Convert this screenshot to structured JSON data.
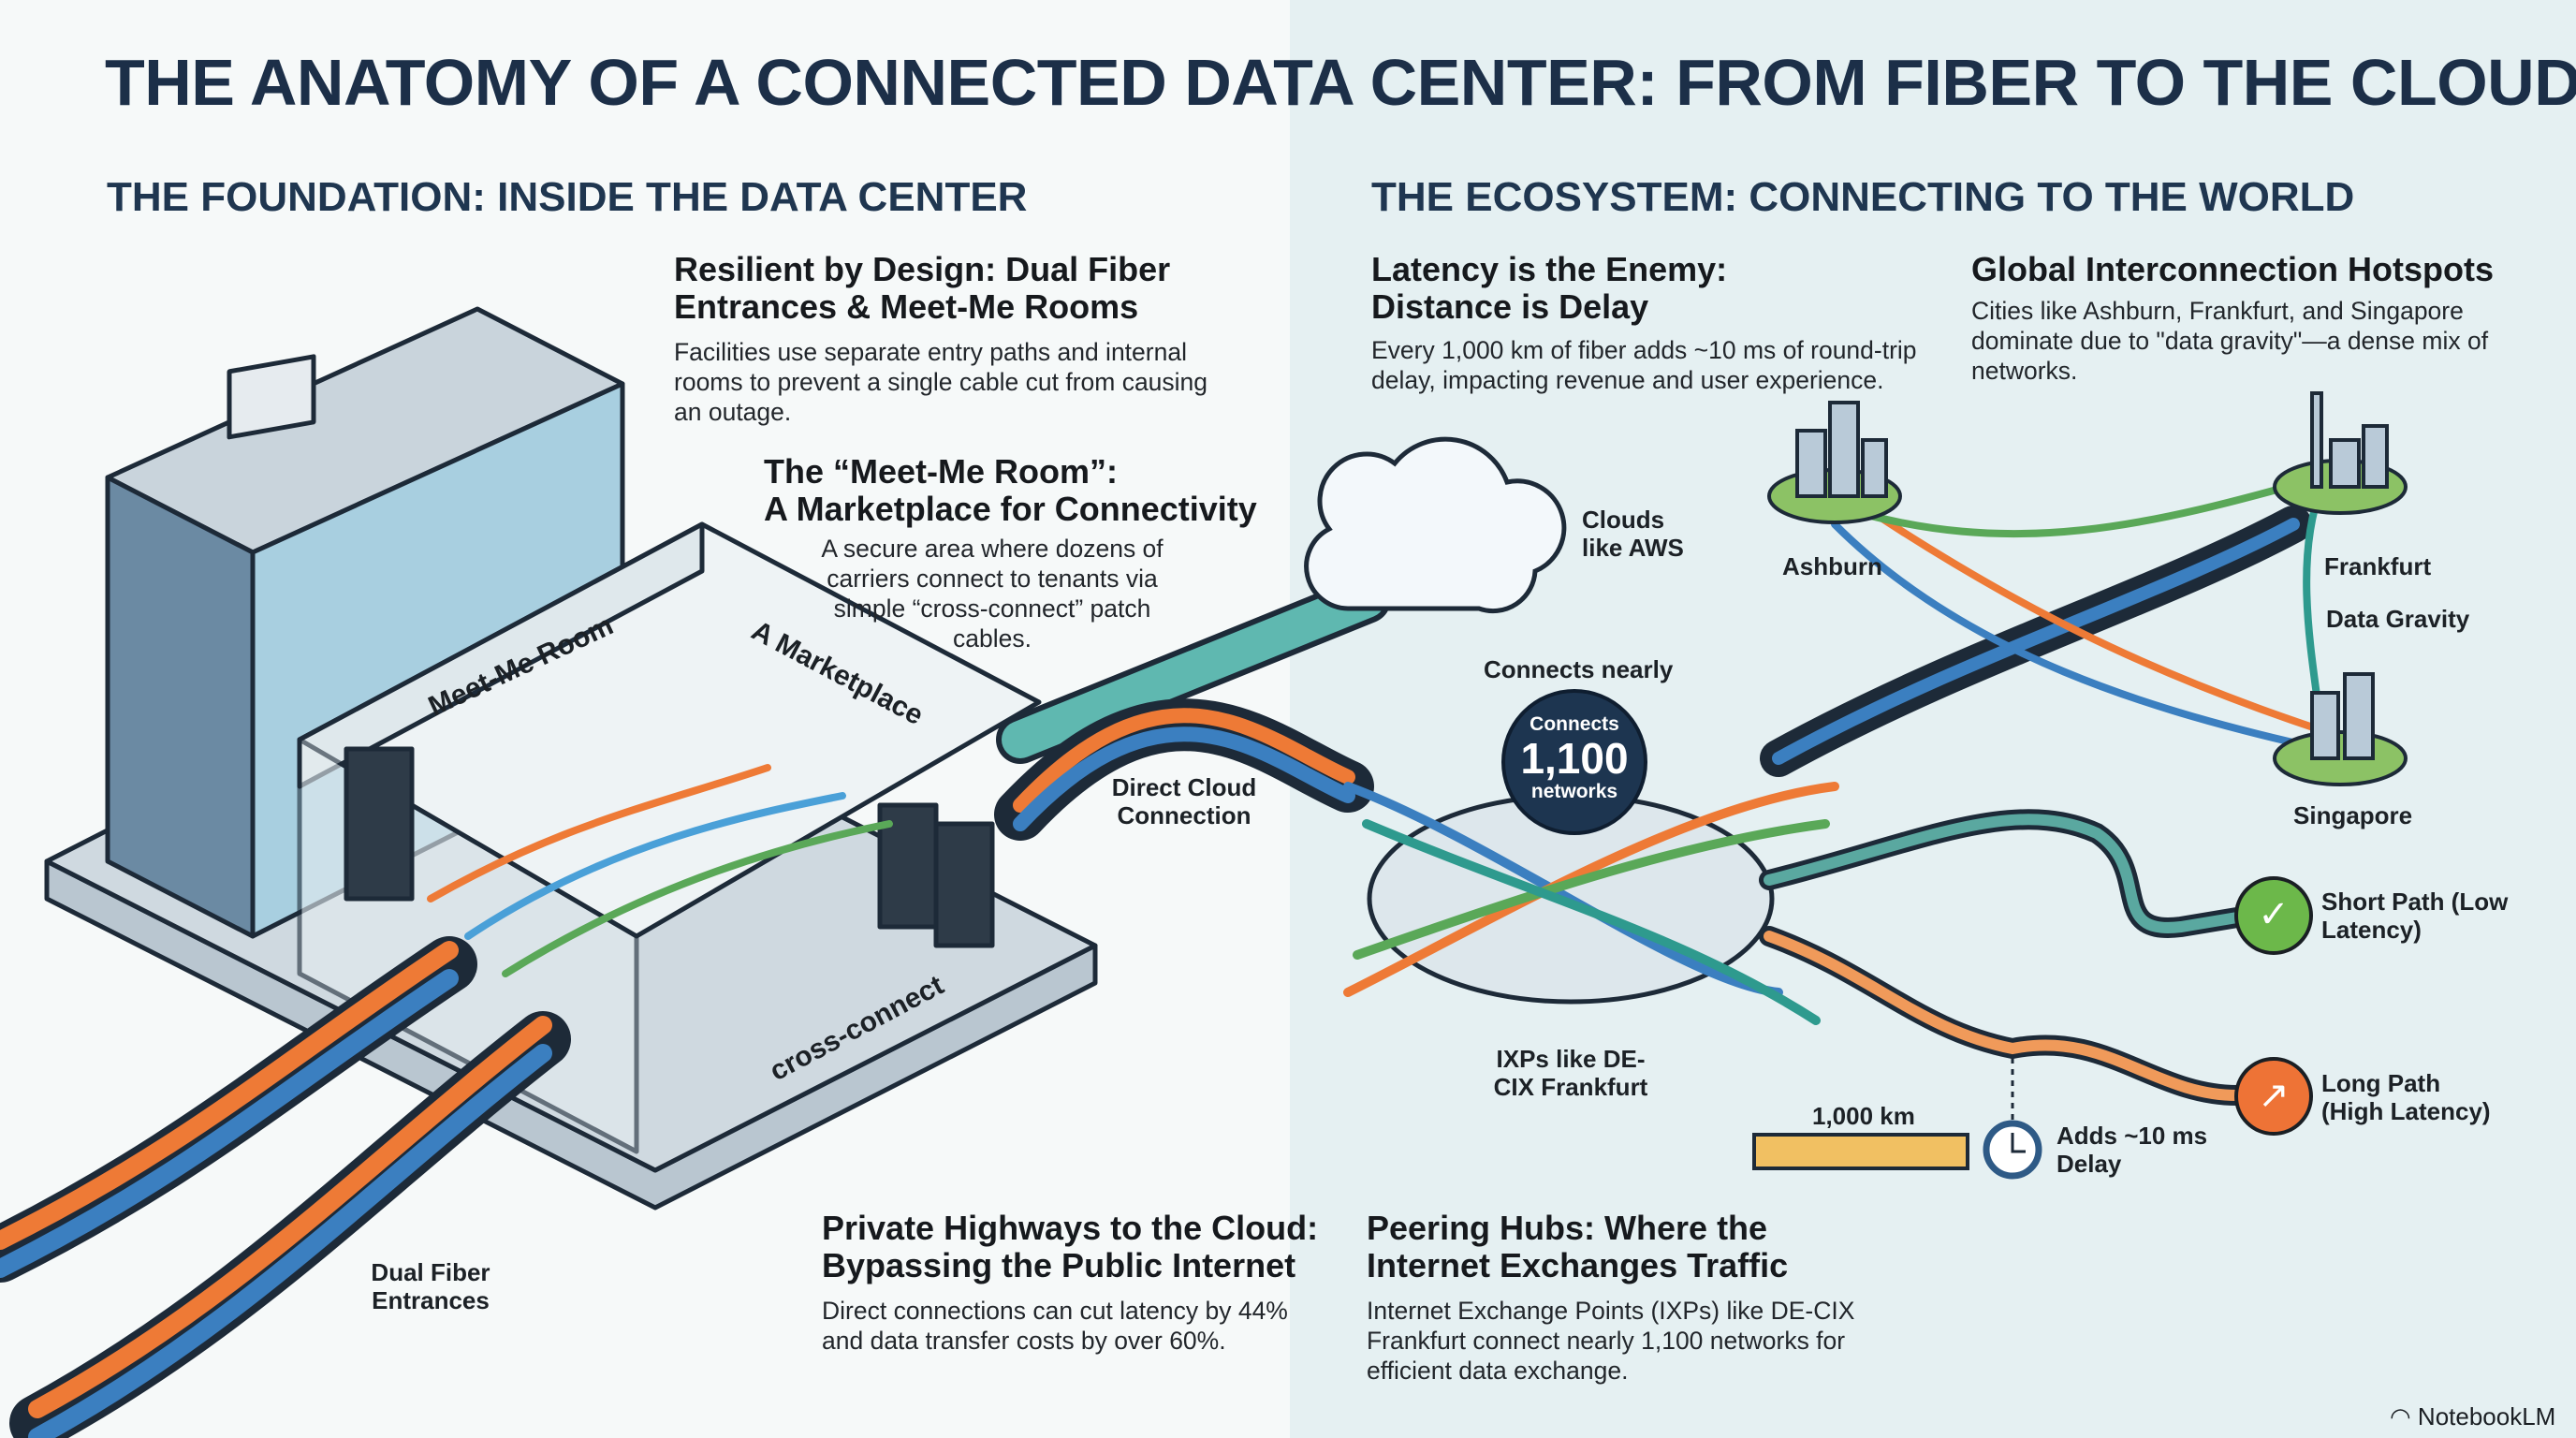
{
  "title": "THE ANATOMY OF A CONNECTED DATA CENTER: FROM FIBER TO THE CLOUD",
  "left": {
    "section_title": "THE FOUNDATION: INSIDE THE DATA CENTER",
    "resilient": {
      "heading_line1": "Resilient by Design: Dual Fiber",
      "heading_line2": "Entrances & Meet-Me Rooms",
      "body": "Facilities use separate entry paths and internal rooms to prevent a single cable cut from causing an outage."
    },
    "meet_me": {
      "heading_line1": "The “Meet-Me Room”:",
      "heading_line2": "A Marketplace for Connectivity",
      "body": "A secure area where dozens of carriers connect to tenants via simple “cross-connect” patch cables."
    },
    "labels": {
      "meet_me_room": "Meet-Me Room",
      "marketplace": "A Marketplace",
      "cross_connect": "cross-connect",
      "clouds": "Clouds like AWS",
      "direct_cloud": "Direct Cloud Connection",
      "dual_fiber": "Dual Fiber Entrances"
    },
    "private_highways": {
      "heading_line1": "Private Highways to the Cloud:",
      "heading_line2": "Bypassing the Public Internet",
      "body": "Direct connections can cut latency by 44% and data transfer costs by over 60%."
    }
  },
  "right": {
    "section_title": "THE ECOSYSTEM: CONNECTING TO THE WORLD",
    "latency": {
      "heading_line1": "Latency is the Enemy:",
      "heading_line2": "Distance is Delay",
      "body": "Every 1,000 km of fiber adds ~10 ms of round-trip delay, impacting revenue and user experience."
    },
    "hotspots": {
      "heading": "Global Interconnection Hotspots",
      "body": "Cities like Ashburn, Frankfurt, and Singapore dominate due to \"data gravity\"—a dense mix of networks."
    },
    "cities": {
      "ashburn": "Ashburn",
      "frankfurt": "Frankfurt",
      "data_gravity": "Data Gravity",
      "singapore": "Singapore"
    },
    "hub": {
      "connects_nearly": "Connects nearly",
      "bubble_top": "Connects",
      "bubble_number": "1,100",
      "bubble_bottom": "networks",
      "ixp_label": "IXPs like DE-CIX Frankfurt"
    },
    "paths": {
      "short": "Short Path (Low Latency)",
      "long": "Long Path (High Latency)",
      "distance": "1,000 km",
      "delay": "Adds ~10 ms Delay",
      "short_color": "#6cb84a",
      "long_color": "#ee7336"
    },
    "peering": {
      "heading_line1": "Peering Hubs: Where the",
      "heading_line2": "Internet Exchanges Traffic",
      "body": "Internet Exchange Points (IXPs) like DE-CIX Frankfurt connect nearly 1,100 networks for efficient data exchange."
    }
  },
  "brand": "NotebookLM"
}
